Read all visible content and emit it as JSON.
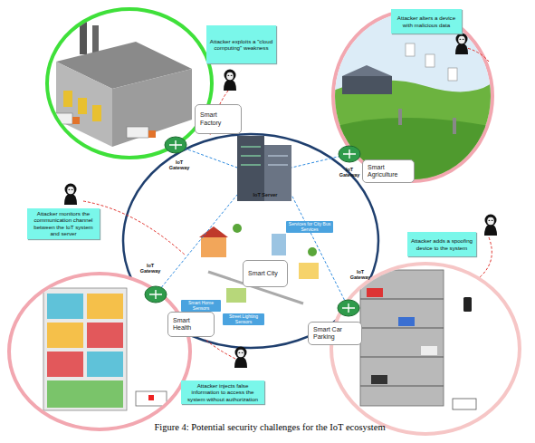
{
  "diagram": {
    "caption": "Figure 4: Potential security challenges for the IoT ecosystem",
    "nodes": [
      {
        "text": [
          "Attacker exploits a \"cloud computing\" weakness"
        ]
      },
      {
        "text": [
          "Attacker alters a device with malicious data"
        ]
      },
      {
        "text": [
          "Smart Factory"
        ]
      },
      {
        "text": [
          "Smart Agriculture"
        ]
      },
      {
        "text": [
          "Attacker monitors the communication channel between the IoT system and server"
        ]
      },
      {
        "text": [
          "Services for City Bus Services"
        ]
      },
      {
        "text": [
          "Attacker adds a spoofing device to the system"
        ]
      },
      {
        "text": [
          "Smart City"
        ]
      },
      {
        "text": [
          "Smart Home Sensors"
        ]
      },
      {
        "text": [
          "Smart Health"
        ]
      },
      {
        "text": [
          "Street Lighting Sensors"
        ]
      },
      {
        "text": [
          "Smart Car Parking"
        ]
      },
      {
        "text": [
          "Attacker injects false information to access the system without authorization"
        ]
      }
    ],
    "labels": [
      "IoT Gateway",
      "IoT Gateway",
      "IoT Server",
      "IoT Gateway",
      "IoT Gateway"
    ]
  }
}
